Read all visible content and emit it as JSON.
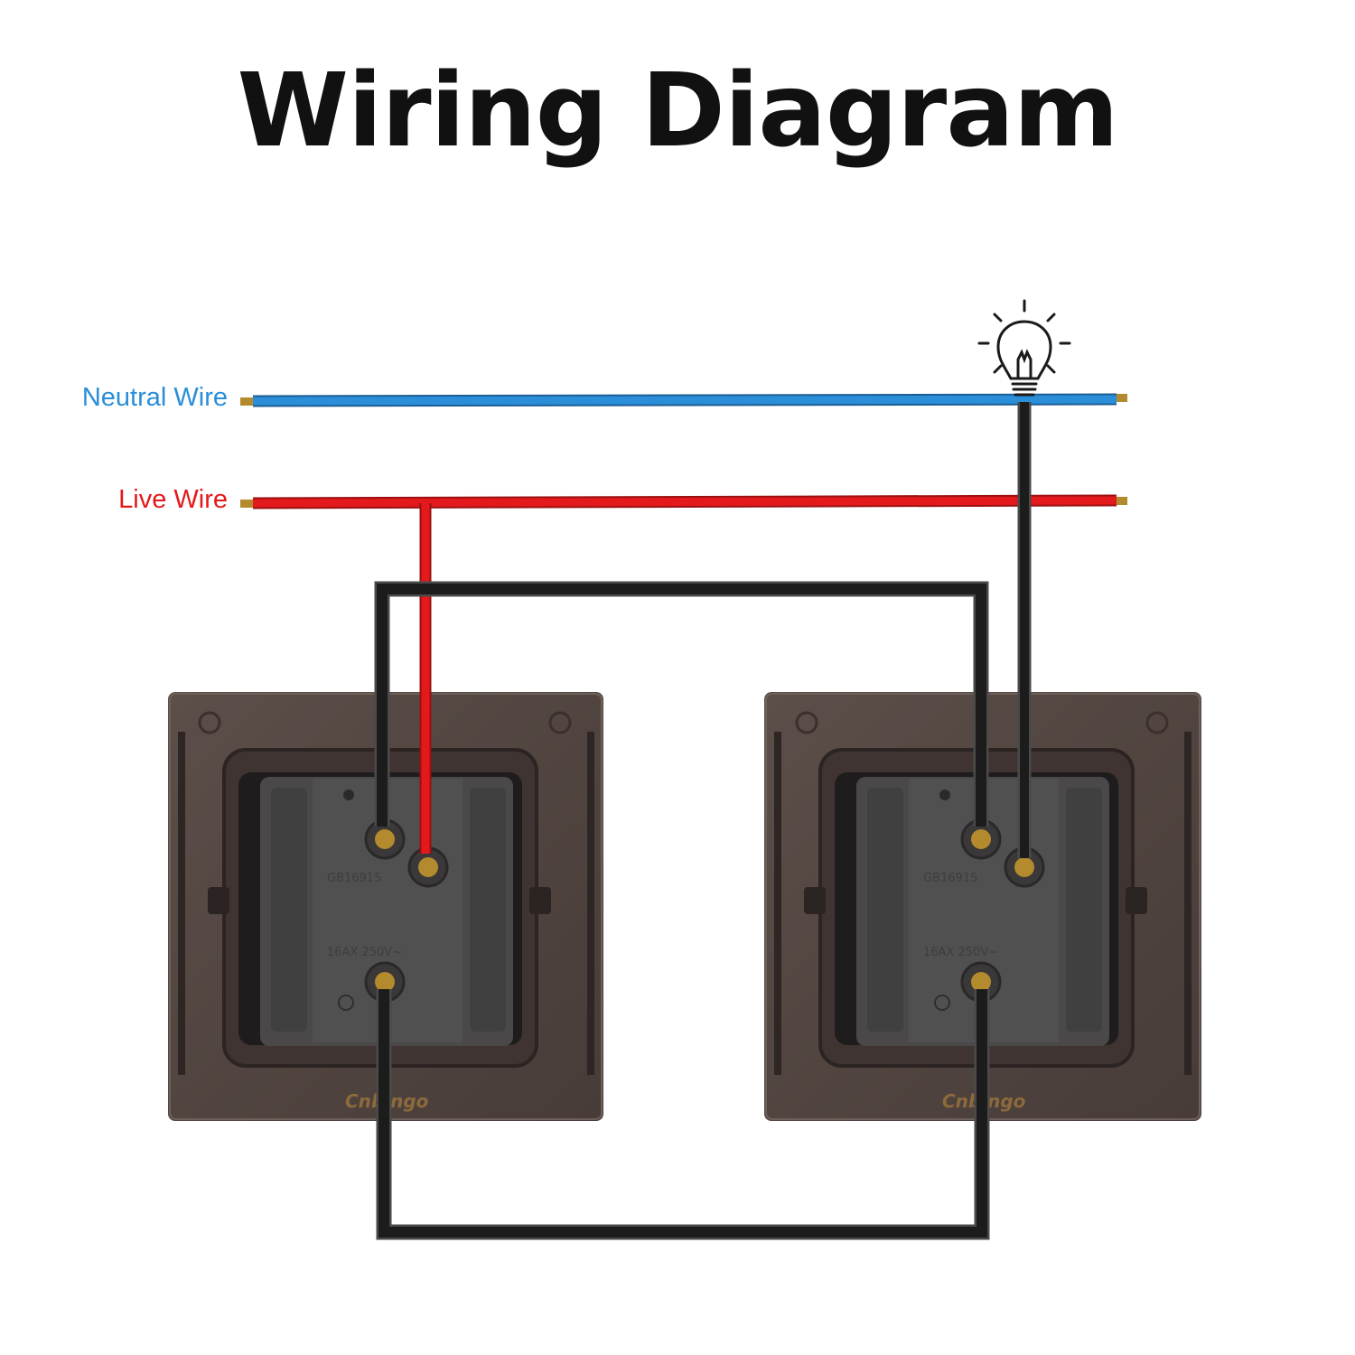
{
  "title": "Wiring Diagram",
  "wires": {
    "neutral": {
      "label": "Neutral Wire",
      "color": "#2a8ed8"
    },
    "live": {
      "label": "Live Wire",
      "color": "#e3191c"
    },
    "traveler_color": "#1c1c1c"
  },
  "switches": [
    {
      "rating_text": "16AX 250V~",
      "standard_text": "GB16915",
      "brand": "Cnbingo"
    },
    {
      "rating_text": "16AX 250V~",
      "standard_text": "GB16915",
      "brand": "Cnbingo"
    }
  ],
  "icons": [
    "light-bulb-icon"
  ]
}
